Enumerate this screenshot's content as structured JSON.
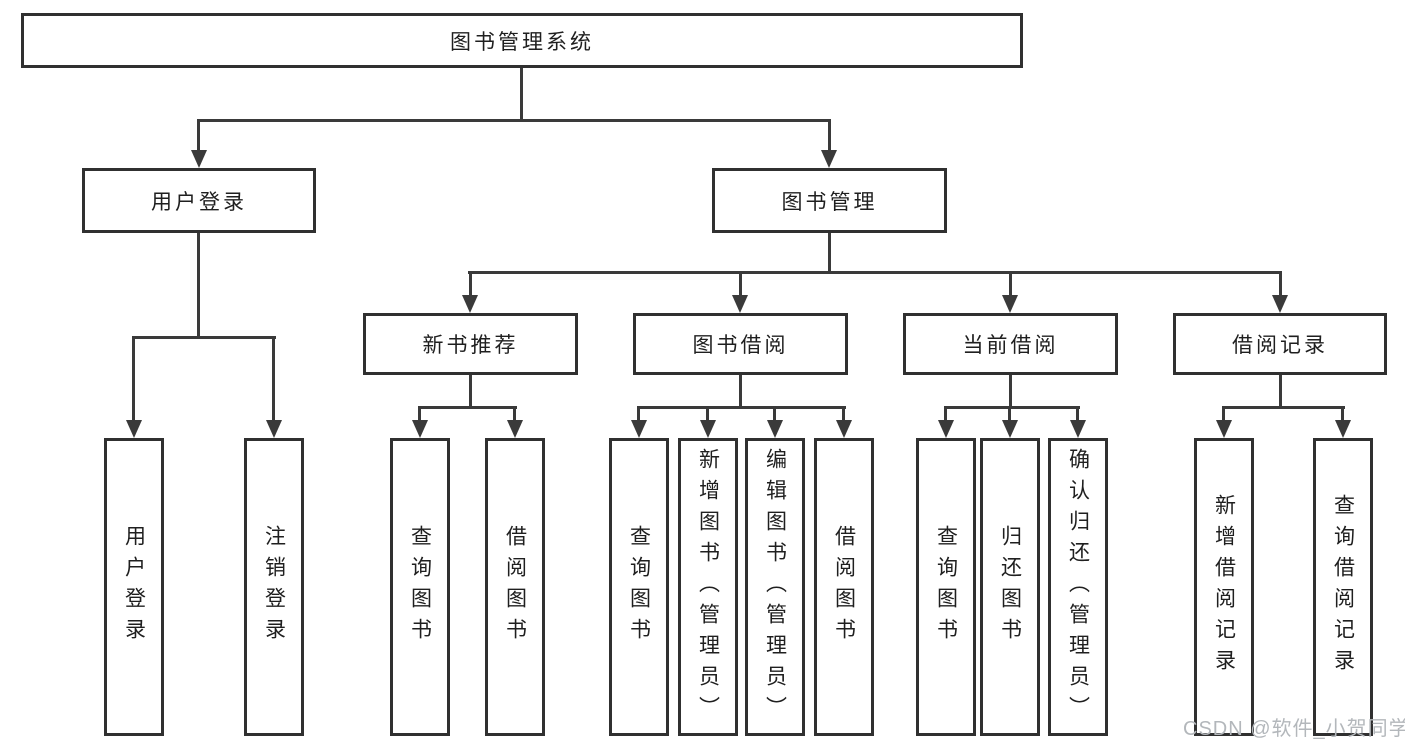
{
  "colors": {
    "line": "#3a3a3a",
    "border": "#303030",
    "text": "#1f1f1f",
    "watermark": "#b3b7bb"
  },
  "diagram": {
    "root": {
      "label": "图书管理系统"
    },
    "level2": [
      {
        "label": "用户登录"
      },
      {
        "label": "图书管理"
      }
    ],
    "modules": [
      {
        "label": "新书推荐"
      },
      {
        "label": "图书借阅"
      },
      {
        "label": "当前借阅"
      },
      {
        "label": "借阅记录"
      }
    ],
    "leaves": {
      "login": [
        "用户登录",
        "注销登录"
      ],
      "recommend": [
        "查询图书",
        "借阅图书"
      ],
      "borrow": [
        "查询图书",
        "新增图书（管理员）",
        "编辑图书（管理员）",
        "借阅图书"
      ],
      "current": [
        "查询图书",
        "归还图书",
        "确认归还（管理员）"
      ],
      "records": [
        "新增借阅记录",
        "查询借阅记录"
      ]
    }
  },
  "watermark": {
    "text": "CSDN @软件_小贺同学"
  }
}
